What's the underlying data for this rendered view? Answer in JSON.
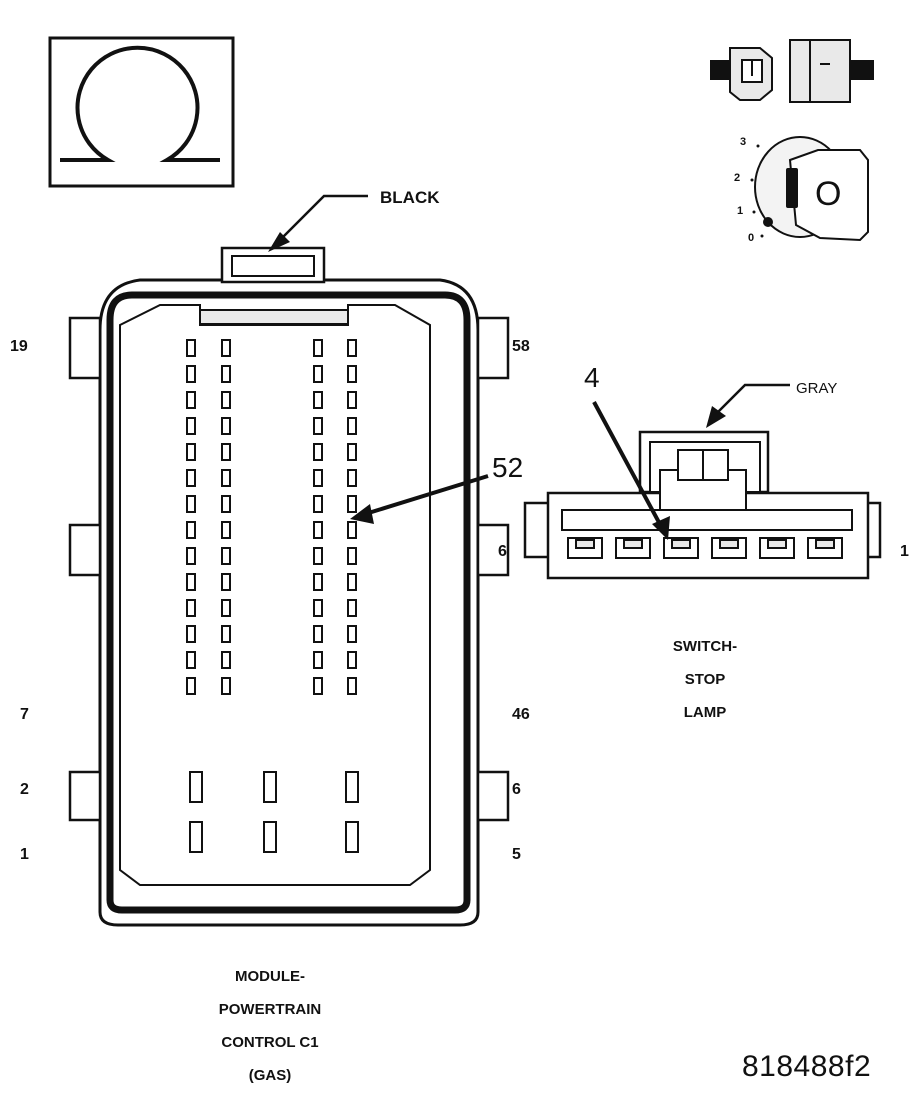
{
  "symbol": {
    "icon": "ohm-icon"
  },
  "ignition": {
    "icon": "ignition-key-icon",
    "positions": [
      "3",
      "2",
      "1",
      "0"
    ],
    "key_letter": "O"
  },
  "pcm_connector": {
    "color_label": "BLACK",
    "pin_labels": {
      "top_left": "19",
      "top_right": "58",
      "mid_left": "7",
      "mid_right": "46",
      "lower_left": "2",
      "lower_right": "6",
      "bottom_left": "1",
      "bottom_right": "5"
    },
    "callout_pin": "52",
    "caption": [
      "MODULE-",
      "POWERTRAIN",
      "CONTROL C1",
      "(GAS)"
    ]
  },
  "switch_connector": {
    "color_label": "GRAY",
    "callout_pin": "4",
    "pin_left": "6",
    "pin_right": "1",
    "caption": [
      "SWITCH-",
      "STOP",
      "LAMP"
    ]
  },
  "figure_code": "818488f2"
}
